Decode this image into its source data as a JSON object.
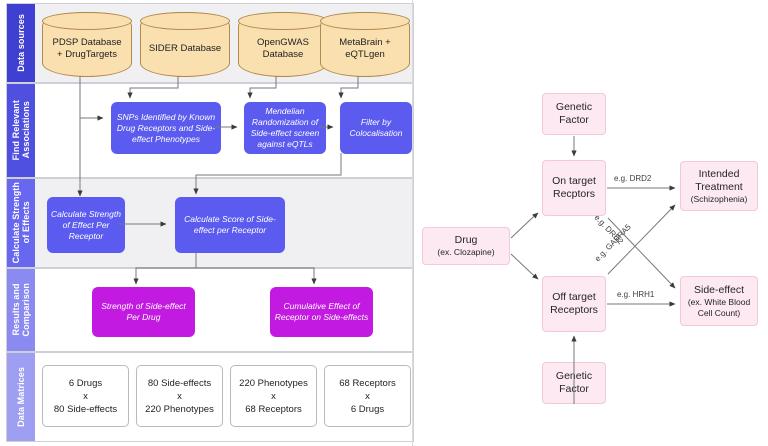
{
  "left_panel": {
    "bands": [
      {
        "label": "Data sources",
        "color": "#3f3fd1"
      },
      {
        "label": "Find Relevant\nAssociations",
        "color": "#4f4fe0"
      },
      {
        "label": "Calculate Strength\nof Effects",
        "color": "#6767ef"
      },
      {
        "label": "Results and\nComparison",
        "color": "#8a8af0"
      },
      {
        "label": "Data Matrices",
        "color": "#9e9ef2"
      }
    ],
    "data_sources": [
      {
        "label": "PDSP Database\n+ DrugTargets"
      },
      {
        "label": "SIDER Database"
      },
      {
        "label": "OpenGWAS\nDatabase"
      },
      {
        "label": "MetaBrain +\neQTLgen"
      }
    ],
    "associations": [
      {
        "label": "SNPs Identified by Known Drug Receptors and Side-effect Phenotypes"
      },
      {
        "label": "Mendelian Randomization of Side-effect screen against eQTLs"
      },
      {
        "label": "Filter by Colocalisation"
      }
    ],
    "calculations": [
      {
        "label": "Calculate Strength of Effect Per Receptor"
      },
      {
        "label": "Calculate Score of Side-effect per Receptor"
      }
    ],
    "results": [
      {
        "label": "Strength of Side-effect Per Drug"
      },
      {
        "label": "Cumulative Effect of Receptor on Side-effects"
      }
    ],
    "matrices": [
      {
        "label": "6 Drugs\nx\n80 Side-effects"
      },
      {
        "label": "80 Side-effects\nx\n220 Phenotypes"
      },
      {
        "label": "220 Phenotypes\nx\n68 Receptors"
      },
      {
        "label": "68 Receptors\nx\n6 Drugs"
      }
    ],
    "colors": {
      "cylinder_fill": "#fadfaf",
      "cylinder_stroke": "#b08a4e",
      "process_blue": "#5b5bef",
      "result_magenta": "#c21ae0"
    }
  },
  "right_panel": {
    "nodes": {
      "genetic_factor_top": {
        "label": "Genetic\nFactor"
      },
      "genetic_factor_bottom": {
        "label": "Genetic\nFactor"
      },
      "on_target": {
        "label": "On target\nRecptors"
      },
      "off_target": {
        "label": "Off target\nReceptors"
      },
      "drug": {
        "title": "Drug",
        "sub": "(ex. Clozapine)"
      },
      "intended_treatment": {
        "title": "Intended\nTreatment",
        "sub": "(Schizophenia)"
      },
      "side_effect": {
        "title": "Side-effect",
        "sub": "(ex. White Blood\nCell Count)"
      }
    },
    "edge_labels": {
      "on_to_intended": "e.g. DRD2",
      "on_to_side": "e.g. DRD2",
      "off_to_intended": "e.g. GABRA5",
      "off_to_side": "e.g. HRH1"
    },
    "colors": {
      "node_fill": "#fce9f1",
      "node_stroke": "#f3c8dc",
      "edge": "#5a5a5a"
    }
  }
}
